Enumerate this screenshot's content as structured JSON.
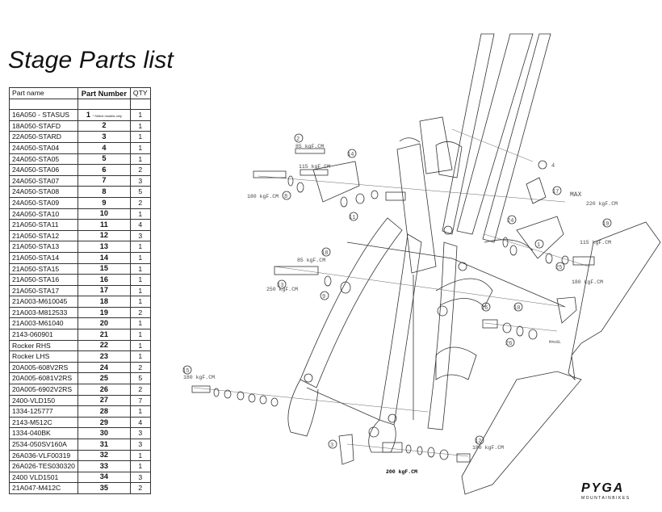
{
  "title": "Stage Parts list",
  "table": {
    "headers": {
      "name": "Part name",
      "number": "Part Number",
      "qty": "QTY"
    },
    "rows": [
      {
        "name": "16A050 - STASUS",
        "number": "1",
        "note": "* Select models only",
        "qty": "1"
      },
      {
        "name": "18A050-STAFD",
        "number": "2",
        "qty": "1"
      },
      {
        "name": "22A050-STARD",
        "number": "3",
        "qty": "1"
      },
      {
        "name": "24A050-STA04",
        "number": "4",
        "qty": "1"
      },
      {
        "name": "24A050-STA05",
        "number": "5",
        "qty": "1"
      },
      {
        "name": "24A050-STA06",
        "number": "6",
        "qty": "2"
      },
      {
        "name": "24A050-STA07",
        "number": "7",
        "qty": "3"
      },
      {
        "name": "24A050-STA08",
        "number": "8",
        "qty": "5"
      },
      {
        "name": "24A050-STA09",
        "number": "9",
        "qty": "2"
      },
      {
        "name": "24A050-STA10",
        "number": "10",
        "qty": "1"
      },
      {
        "name": "21A050-STA11",
        "number": "11",
        "qty": "4"
      },
      {
        "name": "21A050-STA12",
        "number": "12",
        "qty": "3"
      },
      {
        "name": "21A050-STA13",
        "number": "13",
        "qty": "1"
      },
      {
        "name": "21A050-STA14",
        "number": "14",
        "qty": "1"
      },
      {
        "name": "21A050-STA15",
        "number": "15",
        "qty": "1"
      },
      {
        "name": "21A050-STA16",
        "number": "16",
        "qty": "1"
      },
      {
        "name": "21A050-STA17",
        "number": "17",
        "qty": "1"
      },
      {
        "name": "21A003-M610045",
        "number": "18",
        "qty": "1"
      },
      {
        "name": "21A003-M812533",
        "number": "19",
        "qty": "2"
      },
      {
        "name": "21A003-M61040",
        "number": "20",
        "qty": "1"
      },
      {
        "name": "2143-060901",
        "number": "21",
        "qty": "1"
      },
      {
        "name": "Rocker RHS",
        "number": "22",
        "qty": "1"
      },
      {
        "name": "Rocker LHS",
        "number": "23",
        "qty": "1"
      },
      {
        "name": "20A005-608V2RS",
        "number": "24",
        "qty": "2"
      },
      {
        "name": "20A005-6081V2RS",
        "number": "25",
        "qty": "5"
      },
      {
        "name": "20A005-6902V2RS",
        "number": "26",
        "qty": "2"
      },
      {
        "name": "2400-VLD150",
        "number": "27",
        "qty": "7"
      },
      {
        "name": "1334-125777",
        "number": "28",
        "qty": "1"
      },
      {
        "name": "2143-M512C",
        "number": "29",
        "qty": "4"
      },
      {
        "name": "1334-040BK",
        "number": "30",
        "qty": "3"
      },
      {
        "name": "2534-050SV160A",
        "number": "31",
        "qty": "3"
      },
      {
        "name": "26A036-VLF00319",
        "number": "32",
        "qty": "1"
      },
      {
        "name": "26A026-TES030320",
        "number": "33",
        "qty": "1"
      },
      {
        "name": "2400 VLD1501",
        "number": "34",
        "qty": "3"
      },
      {
        "name": "21A047-M412C",
        "number": "35",
        "qty": "2"
      }
    ]
  },
  "diagram": {
    "torque_labels": [
      "85 kgF.CM",
      "115 kgF.CM",
      "180 kgF.CM",
      "MAX",
      "220 kgF.CM",
      "115 kgF.CM",
      "180 kgF.CM",
      "85 kgF.CM",
      "250 kgF.CM",
      "M4x8L",
      "180 kgF.CM",
      "180 kgF.CM",
      "200 kgF.CM"
    ],
    "callouts": [
      "4",
      "2",
      "1",
      "3",
      "8",
      "9",
      "10",
      "11",
      "12",
      "13",
      "14",
      "15",
      "16",
      "17",
      "18",
      "19",
      "24",
      "25",
      "26"
    ]
  },
  "logo": {
    "text": "PYGA",
    "subtext": "MOUNTAINBIKES"
  }
}
